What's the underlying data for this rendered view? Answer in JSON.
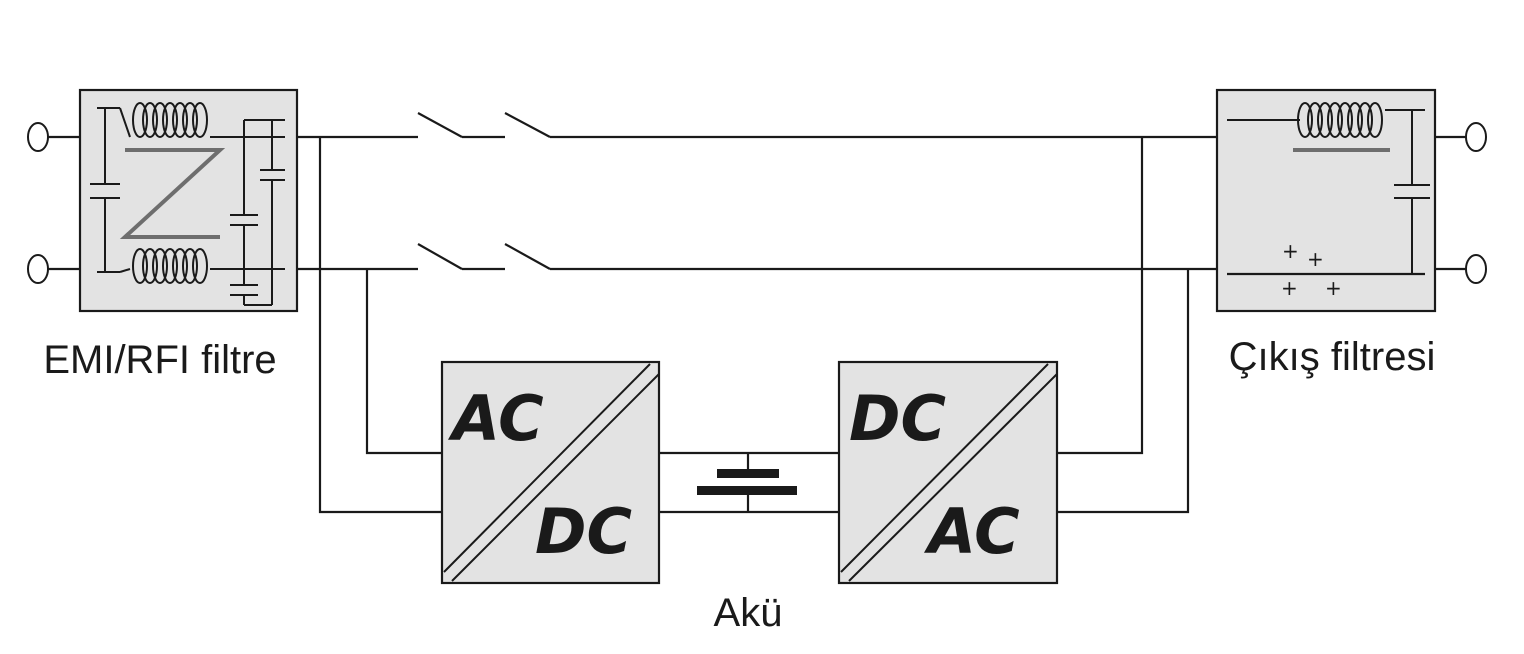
{
  "diagram": {
    "labels": {
      "emi_filter": "EMI/RFI filtre",
      "output_filter": "Çıkış filtresi",
      "battery": "Akü"
    },
    "rectifier": {
      "top": "AC",
      "bottom": "DC"
    },
    "inverter": {
      "top": "DC",
      "bottom": "AC"
    },
    "plus_sign": "+"
  }
}
